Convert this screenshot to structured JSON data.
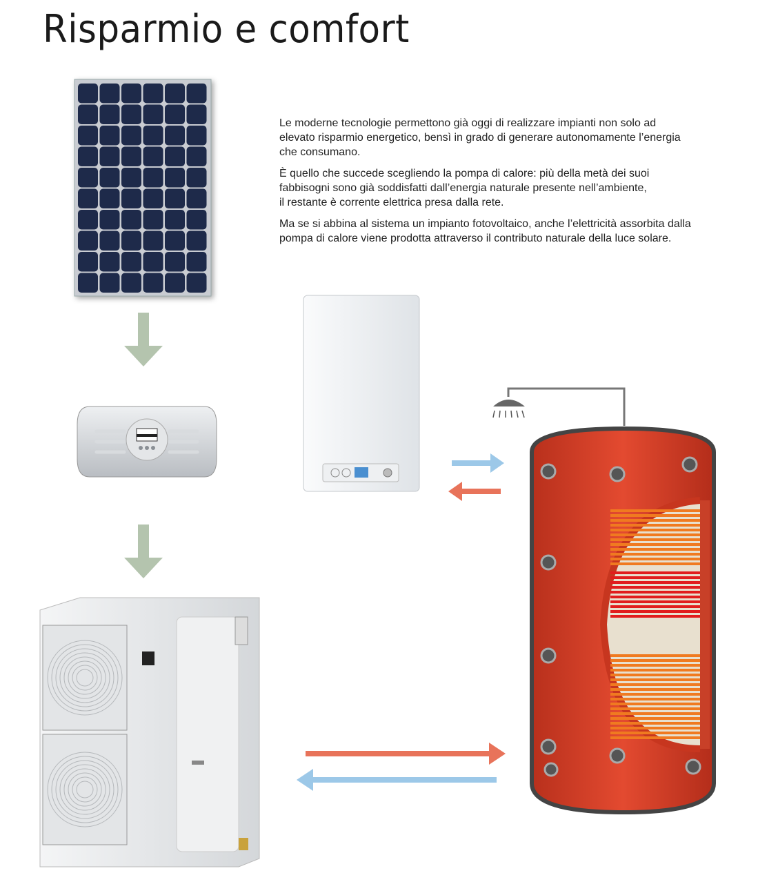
{
  "title": "Risparmio e comfort",
  "paragraphs": [
    "Le moderne tecnologie permettono già oggi di realizzare impianti non solo ad\nelevato risparmio energetico, bensì in grado di generare autonomamente l’energia\nche consumano.",
    "È quello che succede scegliendo la pompa di calore: più della metà dei suoi\nfabbisogni sono già soddisfatti dall’energia naturale presente nell’ambiente,\nil restante è corrente elettrica presa dalla rete.",
    "Ma se si abbina al sistema un impianto fotovoltaico, anche l’elettricità assorbita dalla\npompa di calore viene prodotta attraverso il contributo naturale della luce solare."
  ],
  "colors": {
    "flow_arrow": "#b4c4ae",
    "hot_arrow": "#e8735a",
    "cold_arrow": "#9cc8e8",
    "tank": "#d9432a",
    "panel_cell": "#1e2a4a"
  }
}
